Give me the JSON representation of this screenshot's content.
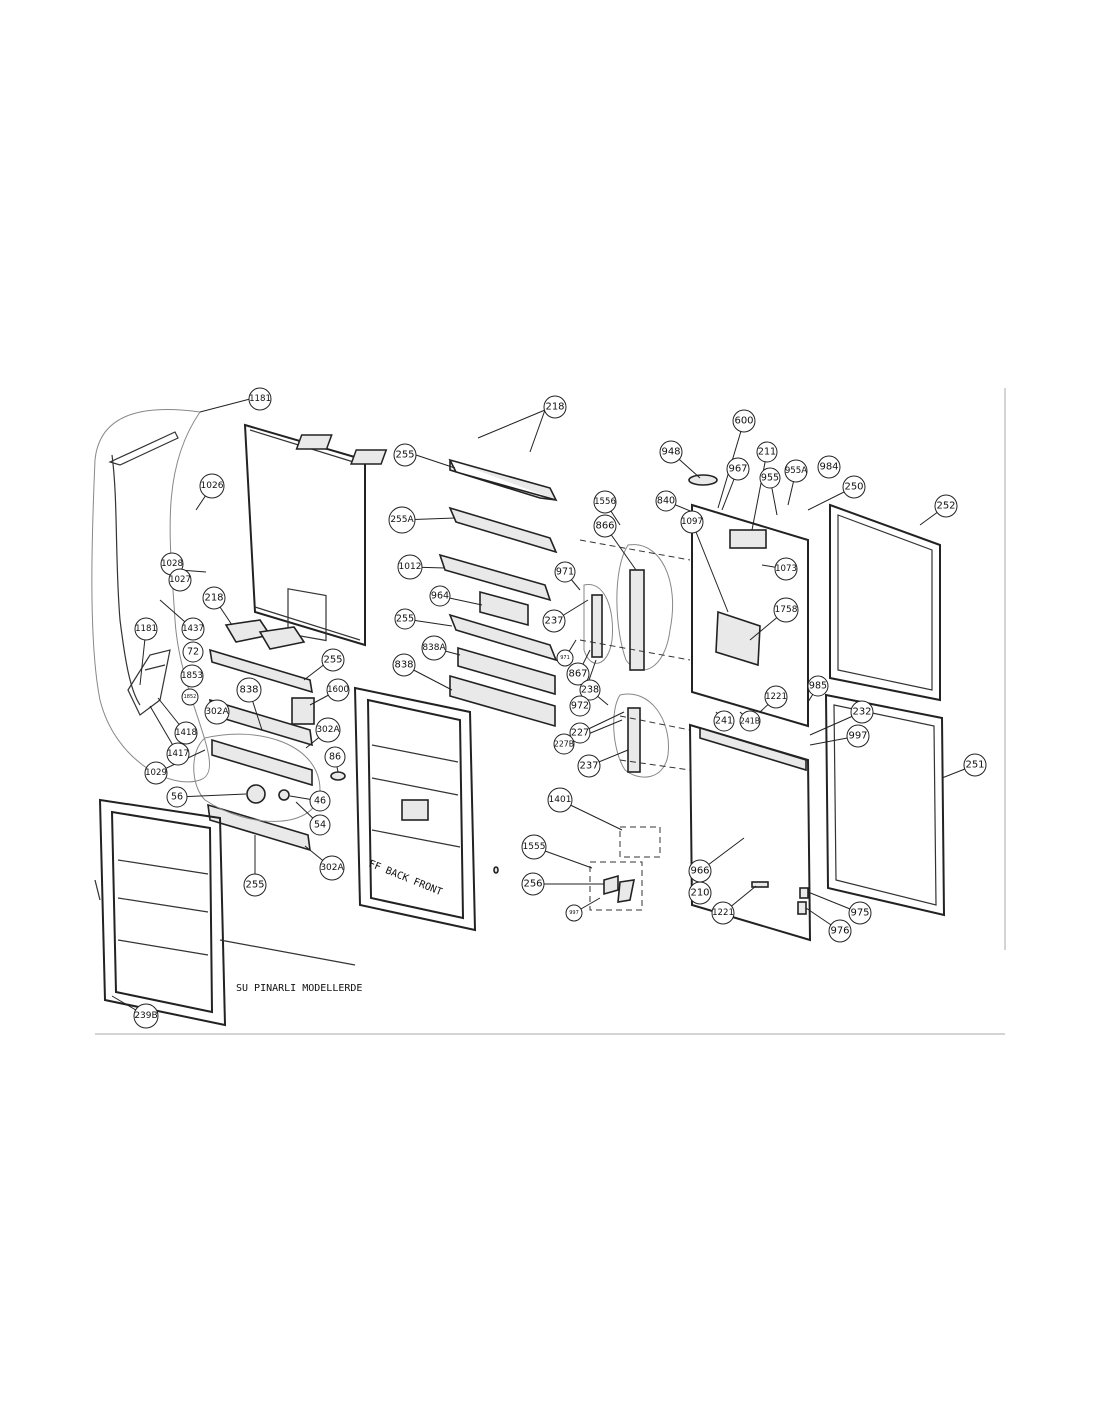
{
  "diagram": {
    "captions": {
      "ff_back_front": "FF BACK FRONT",
      "su_pinarli": "SU PINARLI MODELLERDE"
    },
    "callouts": [
      {
        "id": "1181a",
        "label": "1181"
      },
      {
        "id": "218a",
        "label": "218"
      },
      {
        "id": "255a",
        "label": "255"
      },
      {
        "id": "255A",
        "label": "255A"
      },
      {
        "id": "1012",
        "label": "1012"
      },
      {
        "id": "964",
        "label": "964"
      },
      {
        "id": "255b",
        "label": "255"
      },
      {
        "id": "838Aa",
        "label": "838A"
      },
      {
        "id": "838a",
        "label": "838"
      },
      {
        "id": "1026",
        "label": "1026"
      },
      {
        "id": "1028",
        "label": "1028"
      },
      {
        "id": "1027",
        "label": "1027"
      },
      {
        "id": "218b",
        "label": "218"
      },
      {
        "id": "1437",
        "label": "1437"
      },
      {
        "id": "1181b",
        "label": "1181"
      },
      {
        "id": "72",
        "label": "72"
      },
      {
        "id": "1853",
        "label": "1853"
      },
      {
        "id": "1852",
        "label": "1852"
      },
      {
        "id": "302Aa",
        "label": "302A"
      },
      {
        "id": "838b",
        "label": "838"
      },
      {
        "id": "255c",
        "label": "255"
      },
      {
        "id": "1600",
        "label": "1600"
      },
      {
        "id": "302Ab",
        "label": "302A"
      },
      {
        "id": "86",
        "label": "86"
      },
      {
        "id": "1418",
        "label": "1418"
      },
      {
        "id": "1417",
        "label": "1417"
      },
      {
        "id": "1029",
        "label": "1029"
      },
      {
        "id": "56",
        "label": "56"
      },
      {
        "id": "46",
        "label": "46"
      },
      {
        "id": "54",
        "label": "54"
      },
      {
        "id": "302Ac",
        "label": "302A"
      },
      {
        "id": "255d",
        "label": "255"
      },
      {
        "id": "239B",
        "label": "239B"
      },
      {
        "id": "948",
        "label": "948"
      },
      {
        "id": "600",
        "label": "600"
      },
      {
        "id": "211",
        "label": "211"
      },
      {
        "id": "967",
        "label": "967"
      },
      {
        "id": "955",
        "label": "955"
      },
      {
        "id": "955A",
        "label": "955A"
      },
      {
        "id": "984",
        "label": "984"
      },
      {
        "id": "250",
        "label": "250"
      },
      {
        "id": "252",
        "label": "252"
      },
      {
        "id": "1556",
        "label": "1556"
      },
      {
        "id": "840",
        "label": "840"
      },
      {
        "id": "866",
        "label": "866"
      },
      {
        "id": "1097",
        "label": "1097"
      },
      {
        "id": "1073",
        "label": "1073"
      },
      {
        "id": "971a",
        "label": "971"
      },
      {
        "id": "1758",
        "label": "1758"
      },
      {
        "id": "237a",
        "label": "237"
      },
      {
        "id": "971b",
        "label": "971"
      },
      {
        "id": "867",
        "label": "867"
      },
      {
        "id": "238",
        "label": "238"
      },
      {
        "id": "972",
        "label": "972"
      },
      {
        "id": "985",
        "label": "985"
      },
      {
        "id": "1221a",
        "label": "1221"
      },
      {
        "id": "241",
        "label": "241"
      },
      {
        "id": "241B",
        "label": "241B"
      },
      {
        "id": "232",
        "label": "232"
      },
      {
        "id": "227",
        "label": "227"
      },
      {
        "id": "227B",
        "label": "227B"
      },
      {
        "id": "997a",
        "label": "997"
      },
      {
        "id": "237b",
        "label": "237"
      },
      {
        "id": "251",
        "label": "251"
      },
      {
        "id": "1401",
        "label": "1401"
      },
      {
        "id": "1555",
        "label": "1555"
      },
      {
        "id": "256",
        "label": "256"
      },
      {
        "id": "997b",
        "label": "997"
      },
      {
        "id": "966",
        "label": "966"
      },
      {
        "id": "210",
        "label": "210"
      },
      {
        "id": "1221b",
        "label": "1221"
      },
      {
        "id": "975",
        "label": "975"
      },
      {
        "id": "976",
        "label": "976"
      }
    ]
  }
}
